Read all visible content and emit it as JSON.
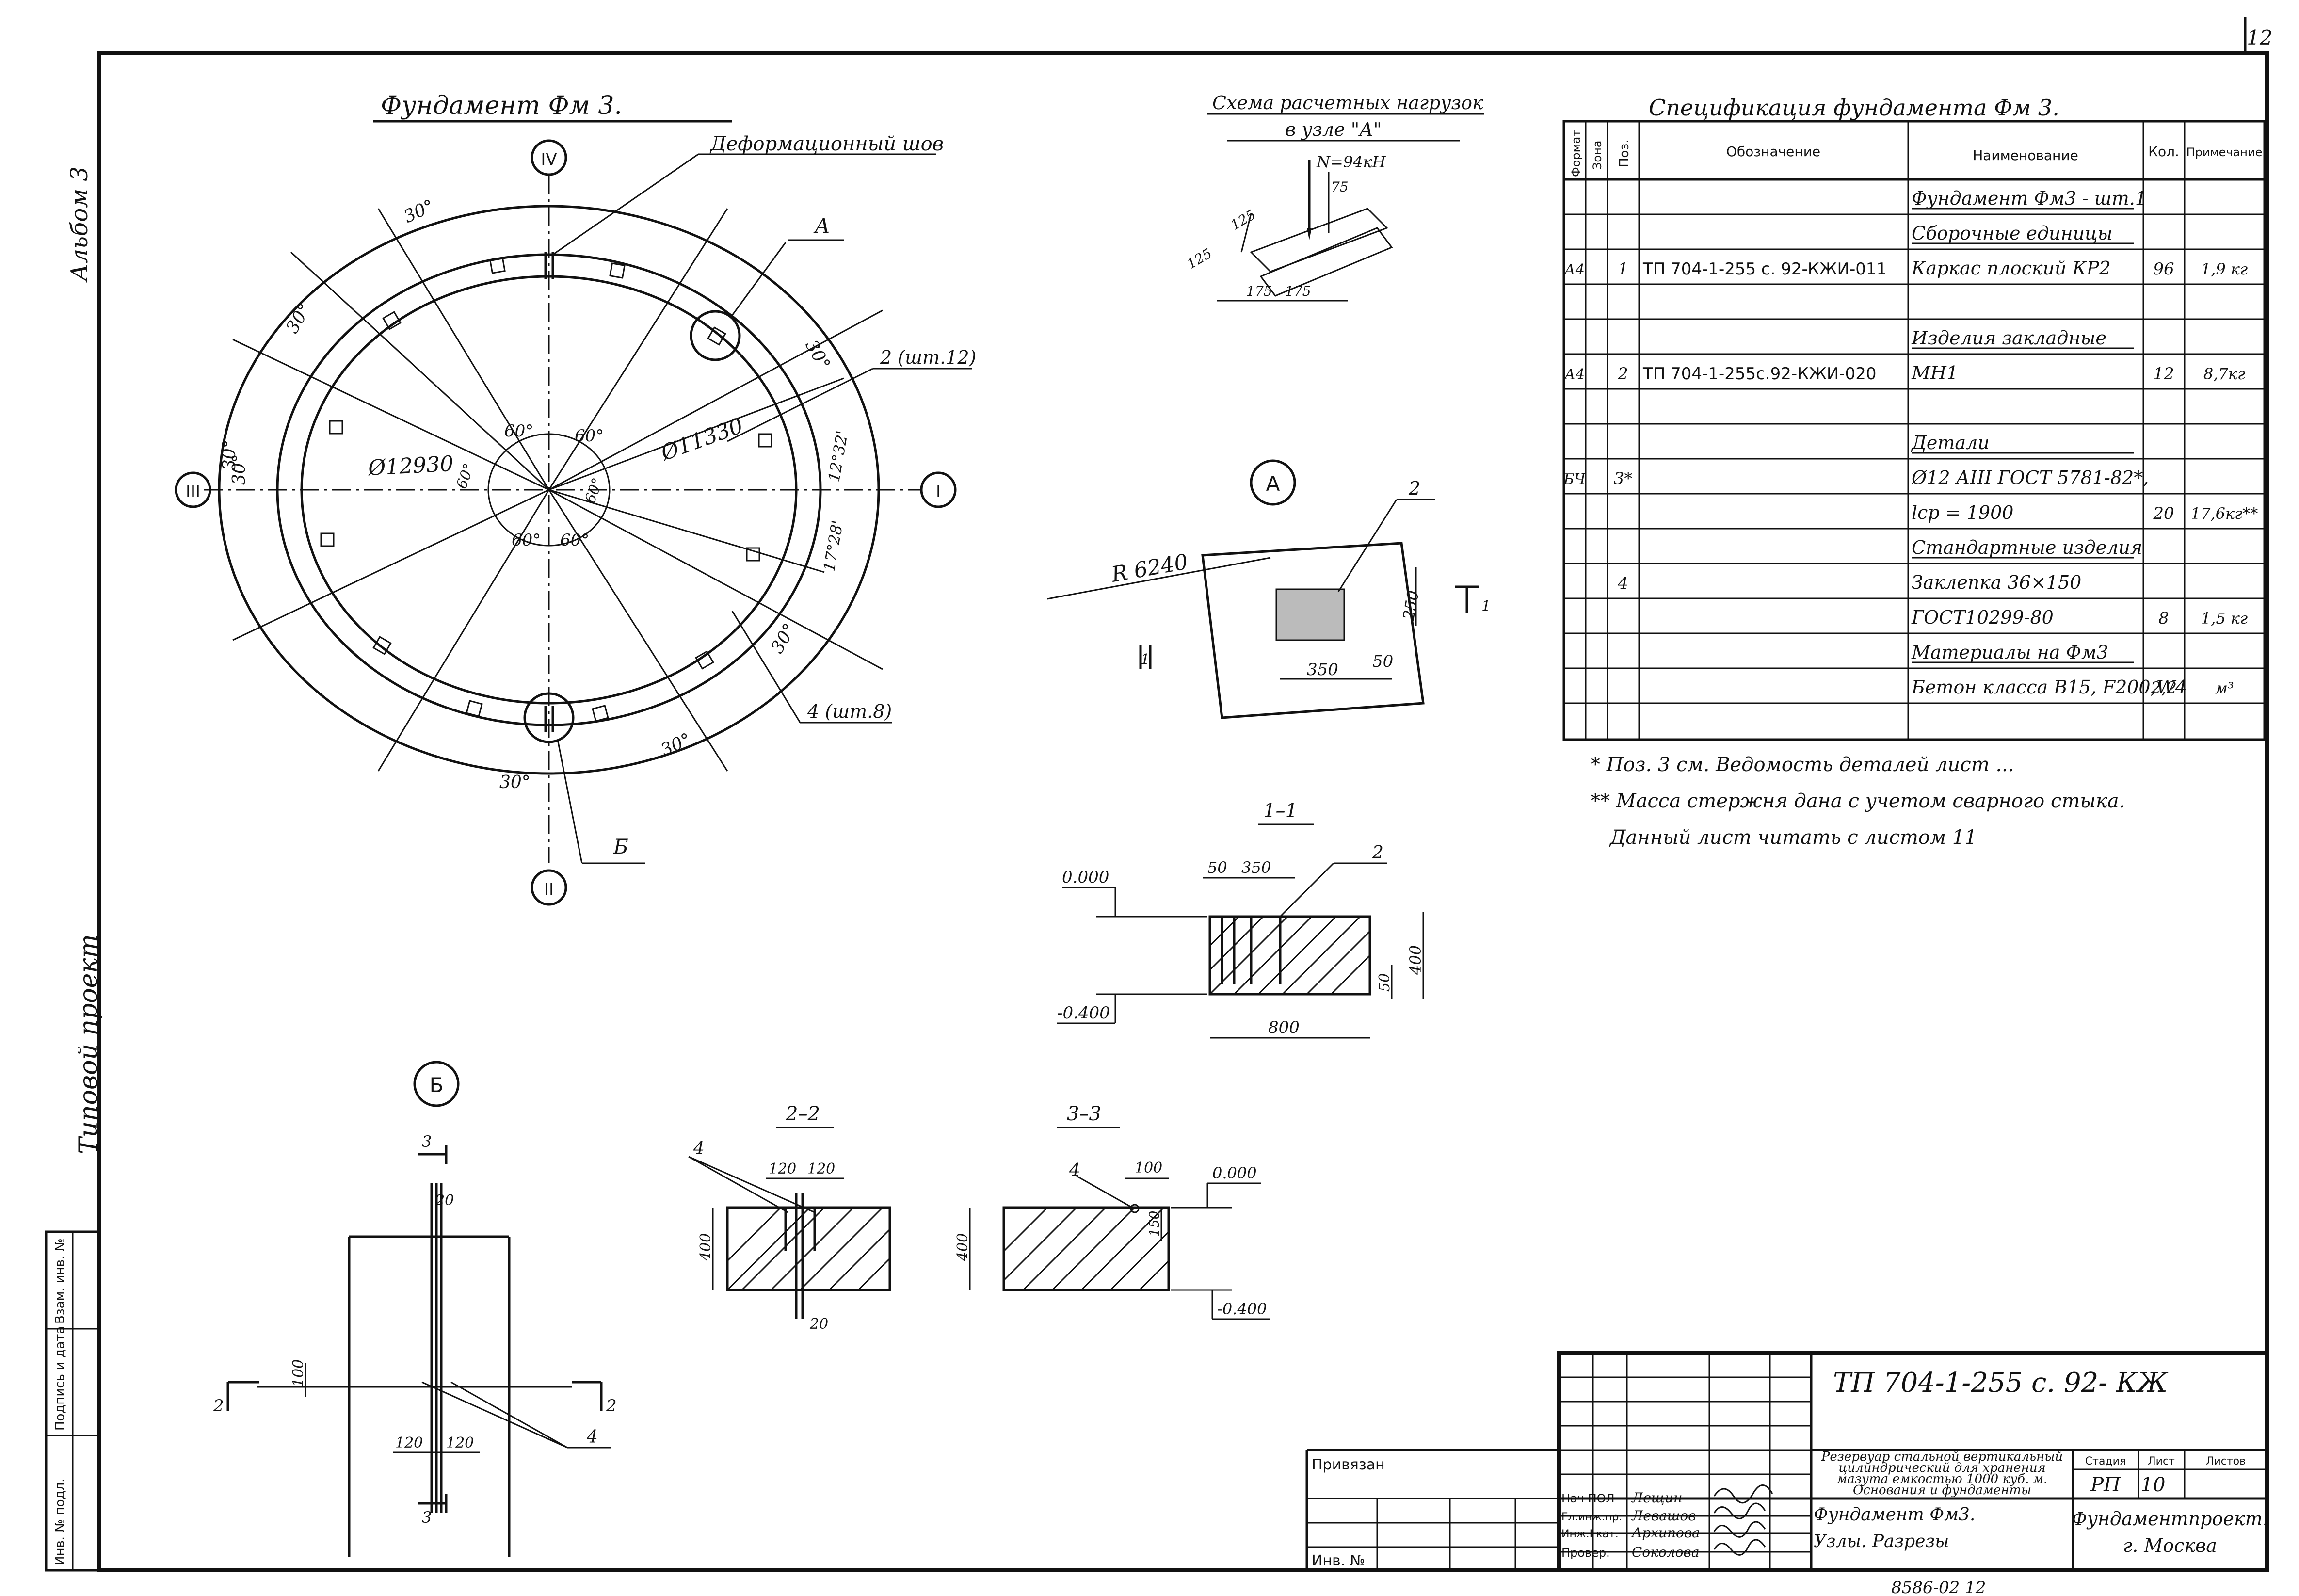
{
  "sheet_number": "12",
  "left_margin": {
    "album": "Альбом 3",
    "project_type": "Типовой проект",
    "stamp_labels": [
      "Инв. № подл.",
      "Подпись и дата",
      "Взам. инв. №"
    ]
  },
  "plan": {
    "title": "Фундамент Фм 3.",
    "deformation_joint": "Деформационный шов",
    "axes": [
      "IV",
      "I",
      "II",
      "III"
    ],
    "dia_outer": "Ø12930",
    "dia_inner": "Ø11330",
    "angle_labels": [
      "30°",
      "30°",
      "30°",
      "30°",
      "30°",
      "30°",
      "30°",
      "30°",
      "60°",
      "60°",
      "60°",
      "60°",
      "60°",
      "60°"
    ],
    "small_angles": [
      "12°32'",
      "17°28'"
    ],
    "node_a": "А",
    "node_b": "Б",
    "callout_2": "2 (шт.12)",
    "callout_4": "4 (шт.8)"
  },
  "load_scheme": {
    "title_line1": "Схема расчетных нагрузок",
    "title_line2": "в узле \"А\"",
    "load": "N=94кН",
    "dims": [
      "75",
      "125",
      "125",
      "175",
      "175"
    ]
  },
  "node_a_detail": {
    "label": "А",
    "radius": "R 6240",
    "pos": "2",
    "dims": [
      "250",
      "350",
      "50"
    ],
    "sec_label": "1"
  },
  "section_1_1": {
    "title": "1–1",
    "pos": "2",
    "levels": [
      "0.000",
      "-0.400"
    ],
    "dims": [
      "50",
      "350",
      "400",
      "50",
      "800"
    ]
  },
  "node_b_detail": {
    "label": "Б",
    "sec_labels": [
      "3",
      "3",
      "2",
      "2"
    ],
    "dims": [
      "20",
      "100",
      "120",
      "120"
    ],
    "pos": "4"
  },
  "section_2_2": {
    "title": "2–2",
    "pos": "4",
    "dims": [
      "120",
      "120",
      "400",
      "20"
    ]
  },
  "section_3_3": {
    "title": "3–3",
    "pos": "4",
    "levels": [
      "0.000",
      "-0.400"
    ],
    "dims": [
      "100",
      "150",
      "400"
    ]
  },
  "spec": {
    "title": "Спецификация фундамента Фм 3.",
    "headers": [
      "Формат",
      "Зона",
      "Поз.",
      "Обозначение",
      "Наименование",
      "Кол.",
      "Примечание"
    ],
    "rows": [
      {
        "fmt": "",
        "zone": "",
        "pos": "",
        "code": "",
        "name": "Фундамент Фм3 - шт.1",
        "qty": "",
        "note": "",
        "underline": true
      },
      {
        "fmt": "",
        "zone": "",
        "pos": "",
        "code": "",
        "name": "Сборочные единицы",
        "qty": "",
        "note": "",
        "underline": true
      },
      {
        "fmt": "А4",
        "zone": "",
        "pos": "1",
        "code": "ТП 704-1-255 с. 92-КЖИ-011",
        "name": "Каркас плоский КР2",
        "qty": "96",
        "note": "1,9 кг"
      },
      {
        "fmt": "",
        "zone": "",
        "pos": "",
        "code": "",
        "name": "",
        "qty": "",
        "note": ""
      },
      {
        "fmt": "",
        "zone": "",
        "pos": "",
        "code": "",
        "name": "Изделия закладные",
        "qty": "",
        "note": "",
        "underline": true
      },
      {
        "fmt": "А4",
        "zone": "",
        "pos": "2",
        "code": "ТП 704-1-255с.92-КЖИ-020",
        "name": "МН1",
        "qty": "12",
        "note": "8,7кг"
      },
      {
        "fmt": "",
        "zone": "",
        "pos": "",
        "code": "",
        "name": "",
        "qty": "",
        "note": ""
      },
      {
        "fmt": "",
        "zone": "",
        "pos": "",
        "code": "",
        "name": "Детали",
        "qty": "",
        "note": "",
        "underline": true
      },
      {
        "fmt": "БЧ",
        "zone": "",
        "pos": "3*",
        "code": "",
        "name": "Ø12 АIII ГОСТ 5781-82*,",
        "qty": "",
        "note": ""
      },
      {
        "fmt": "",
        "zone": "",
        "pos": "",
        "code": "",
        "name": "lср = 1900",
        "qty": "20",
        "note": "17,6кг**"
      },
      {
        "fmt": "",
        "zone": "",
        "pos": "",
        "code": "",
        "name": "Стандартные изделия",
        "qty": "",
        "note": "",
        "underline": true
      },
      {
        "fmt": "",
        "zone": "",
        "pos": "4",
        "code": "",
        "name": "Заклепка 36×150",
        "qty": "",
        "note": ""
      },
      {
        "fmt": "",
        "zone": "",
        "pos": "",
        "code": "",
        "name": "ГОСТ10299-80",
        "qty": "8",
        "note": "1,5 кг"
      },
      {
        "fmt": "",
        "zone": "",
        "pos": "",
        "code": "",
        "name": "Материалы на Фм3",
        "qty": "",
        "note": "",
        "underline": true
      },
      {
        "fmt": "",
        "zone": "",
        "pos": "",
        "code": "",
        "name": "Бетон класса В15, F200,W4",
        "qty": "2,2",
        "note": "м³"
      },
      {
        "fmt": "",
        "zone": "",
        "pos": "",
        "code": "",
        "name": "",
        "qty": "",
        "note": ""
      }
    ],
    "notes": [
      "* Поз. 3 см. Ведомость деталей лист ...",
      "** Масса стержня дана с учетом сварного стыка.",
      "Данный лист читать с листом 11"
    ]
  },
  "title_block": {
    "code": "ТП  704-1-255 с. 92- КЖ",
    "description": "Резервуар стальной вертикальный цилиндрический для хранения мазута емкостью 1000 куб. м. Основания и фундаменты",
    "sheet_title_1": "Фундамент Фм3.",
    "sheet_title_2": "Узлы. Разрезы",
    "stage_label": "Стадия",
    "sheet_label": "Лист",
    "sheets_label": "Листов",
    "stage": "РП",
    "sheet": "10",
    "sheets": "",
    "org_1": "Фундаментпроект.",
    "org_2": "г. Москва",
    "privyazan": "Привязан",
    "inv": "Инв. №",
    "people": [
      {
        "role": "Нач ПОЛ",
        "name": "Лещин"
      },
      {
        "role": "Гл.инж.пр.",
        "name": "Левашов"
      },
      {
        "role": "Инж.I кат.",
        "name": "Архипова"
      },
      {
        "role": "Провер.",
        "name": "Соколова"
      }
    ],
    "footer_code": "8586-02  12"
  }
}
